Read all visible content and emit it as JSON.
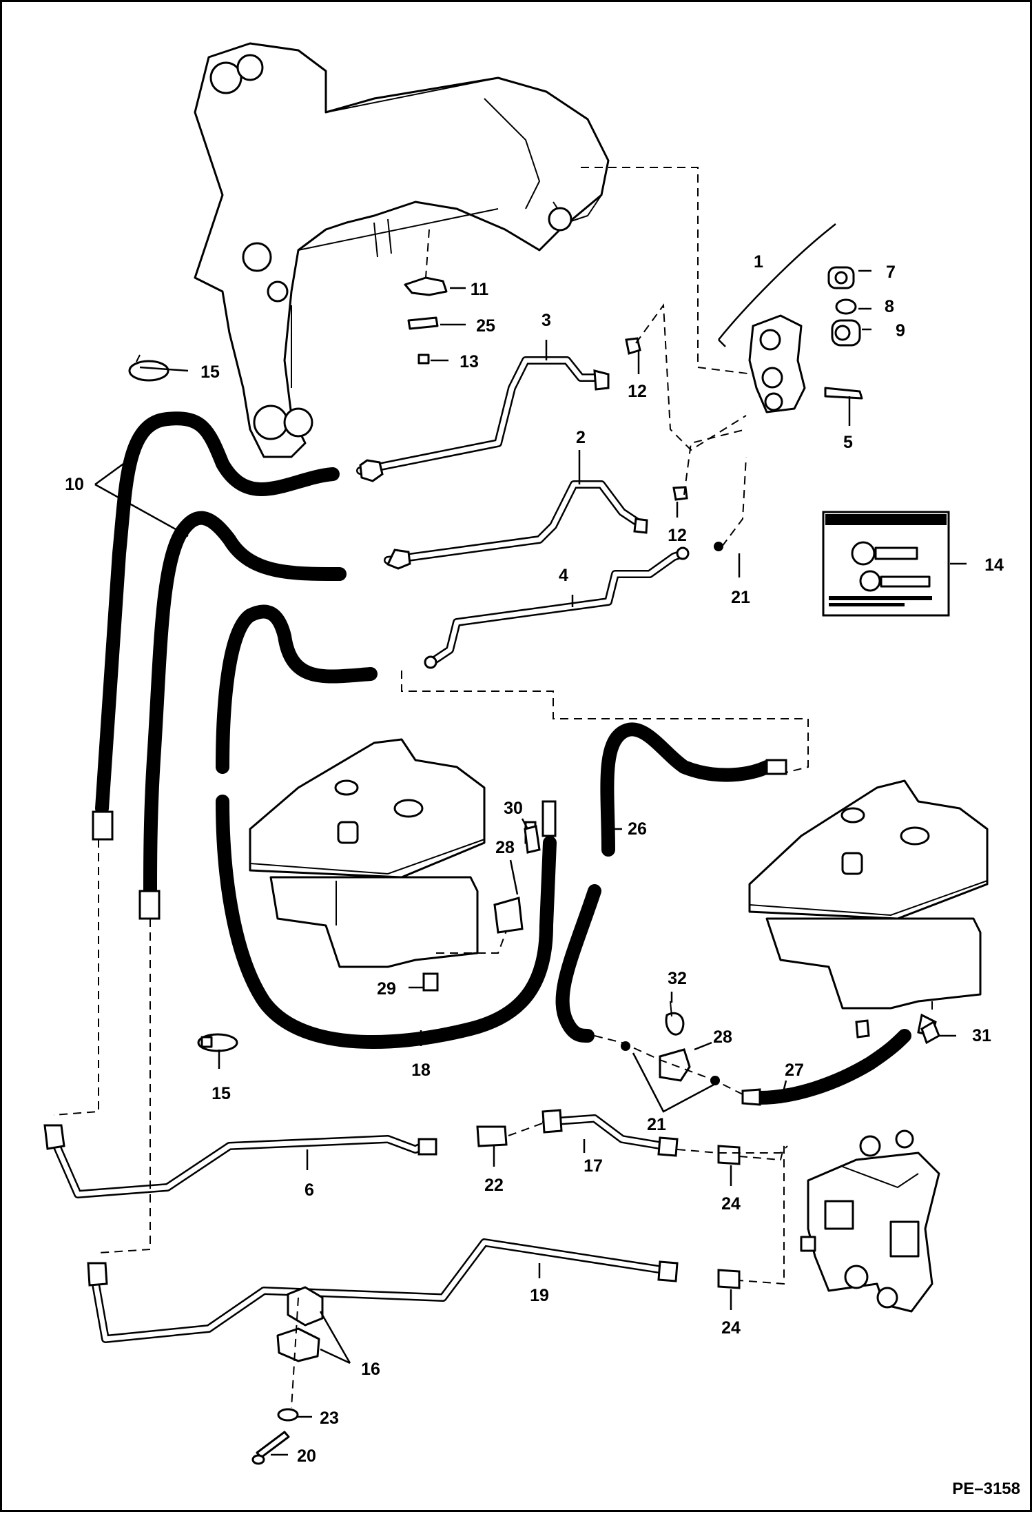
{
  "drawing_code": "PE–3158",
  "callouts": [
    {
      "id": "c1",
      "label": "1"
    },
    {
      "id": "c2",
      "label": "2"
    },
    {
      "id": "c3",
      "label": "3"
    },
    {
      "id": "c4",
      "label": "4"
    },
    {
      "id": "c5",
      "label": "5"
    },
    {
      "id": "c6",
      "label": "6"
    },
    {
      "id": "c7",
      "label": "7"
    },
    {
      "id": "c8",
      "label": "8"
    },
    {
      "id": "c9",
      "label": "9"
    },
    {
      "id": "c10",
      "label": "10"
    },
    {
      "id": "c11",
      "label": "11"
    },
    {
      "id": "c12a",
      "label": "12"
    },
    {
      "id": "c12b",
      "label": "12"
    },
    {
      "id": "c13",
      "label": "13"
    },
    {
      "id": "c14",
      "label": "14"
    },
    {
      "id": "c15a",
      "label": "15"
    },
    {
      "id": "c15b",
      "label": "15"
    },
    {
      "id": "c16",
      "label": "16"
    },
    {
      "id": "c17",
      "label": "17"
    },
    {
      "id": "c18",
      "label": "18"
    },
    {
      "id": "c19",
      "label": "19"
    },
    {
      "id": "c20",
      "label": "20"
    },
    {
      "id": "c21a",
      "label": "21"
    },
    {
      "id": "c21b",
      "label": "21"
    },
    {
      "id": "c22",
      "label": "22"
    },
    {
      "id": "c23",
      "label": "23"
    },
    {
      "id": "c24a",
      "label": "24"
    },
    {
      "id": "c24b",
      "label": "24"
    },
    {
      "id": "c25",
      "label": "25"
    },
    {
      "id": "c26",
      "label": "26"
    },
    {
      "id": "c27",
      "label": "27"
    },
    {
      "id": "c28a",
      "label": "28"
    },
    {
      "id": "c28b",
      "label": "28"
    },
    {
      "id": "c29",
      "label": "29"
    },
    {
      "id": "c30",
      "label": "30"
    },
    {
      "id": "c31",
      "label": "31"
    },
    {
      "id": "c32",
      "label": "32"
    }
  ]
}
